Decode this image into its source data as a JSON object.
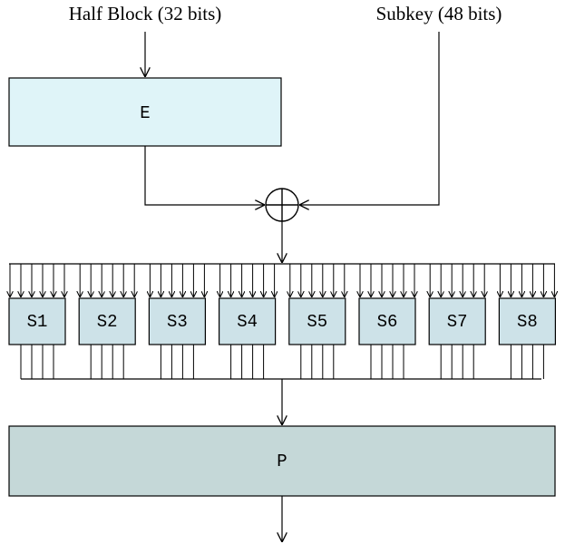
{
  "inputs": {
    "half_block_label": "Half Block (32 bits)",
    "subkey_label": "Subkey (48 bits)"
  },
  "blocks": {
    "expansion_label": "E",
    "permutation_label": "P"
  },
  "sboxes": [
    "S1",
    "S2",
    "S3",
    "S4",
    "S5",
    "S6",
    "S7",
    "S8"
  ],
  "colors": {
    "expansion_fill": "#dff4f8",
    "sbox_fill": "#cde2e8",
    "permutation_fill": "#c5d8d8",
    "stroke": "#000000",
    "xor_fill": "#ffffff"
  },
  "icons": {
    "xor": "xor-circle-icon"
  }
}
